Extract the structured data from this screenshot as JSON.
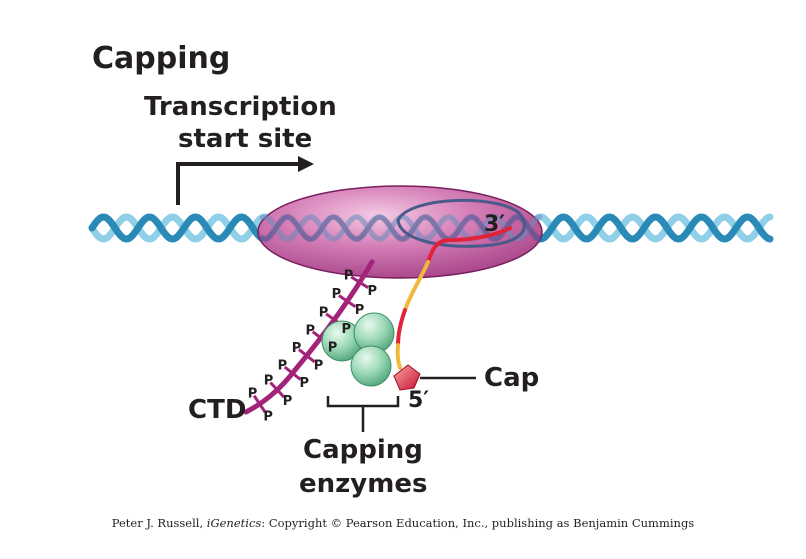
{
  "title": "Capping",
  "labels": {
    "tss_line1": "Transcription",
    "tss_line2": "start site",
    "three_prime": "3′",
    "five_prime": "5′",
    "cap": "Cap",
    "ctd": "CTD",
    "enzymes_line1": "Capping",
    "enzymes_line2": "enzymes",
    "phosphate": "P"
  },
  "credit": {
    "before": "Peter J. Russell, ",
    "book": "iGenetics",
    "after": ": Copyright © Pearson Education, Inc., publishing as Benjamin Cummings"
  },
  "colors": {
    "dna_light": "#8fcfe8",
    "dna_dark": "#2a8ab7",
    "polymerase": "#c4559e",
    "ctd": "#a3237a",
    "rna_red": "#e0233a",
    "rna_yellow": "#f1b83a",
    "enzyme": "#8fd1ab"
  }
}
